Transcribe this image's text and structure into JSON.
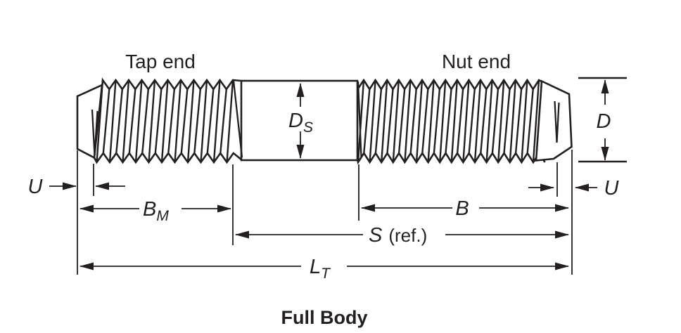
{
  "diagram": {
    "caption": "Full Body",
    "section_labels": {
      "tap_end": "Tap end",
      "nut_end": "Nut end"
    },
    "dimensions": {
      "u_left": "U",
      "u_right": "U",
      "shank_diameter": {
        "main": "D",
        "sub": "S"
      },
      "major_diameter": "D",
      "tap_thread_length": {
        "main": "B",
        "sub": "M"
      },
      "nut_thread_length": "B",
      "span_reference": {
        "main": "S",
        "suffix": "(ref.)"
      },
      "total_length": {
        "main": "L",
        "sub": "T"
      }
    },
    "ink_color": "#231f20"
  }
}
